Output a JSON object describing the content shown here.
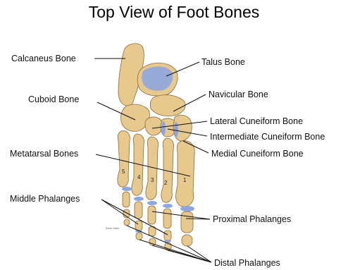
{
  "title": "Top View of Foot Bones",
  "labels": {
    "calcaneus": "Calcaneus Bone",
    "talus": "Talus Bone",
    "cuboid": "Cuboid Bone",
    "navicular": "Navicular Bone",
    "lateral_cuneiform": "Lateral Cuneiform Bone",
    "intermediate_cuneiform": "Intermediate Cuneiform Bone",
    "medial_cuneiform": "Medial Cuneiform Bone",
    "metatarsal": "Metatarsal Bones",
    "middle_phalanges": "Middle Phalanges",
    "proximal_phalanges": "Proximal Phalanges",
    "distal_phalanges": "Distal Phalanges"
  },
  "metatarsal_numbers": [
    "5",
    "4",
    "3",
    "2",
    "1"
  ],
  "signature": "Bone Atlas",
  "colors": {
    "bone": "#e7c98e",
    "bone_shadow": "#c89a55",
    "cartilage": "#8ea6e0"
  }
}
